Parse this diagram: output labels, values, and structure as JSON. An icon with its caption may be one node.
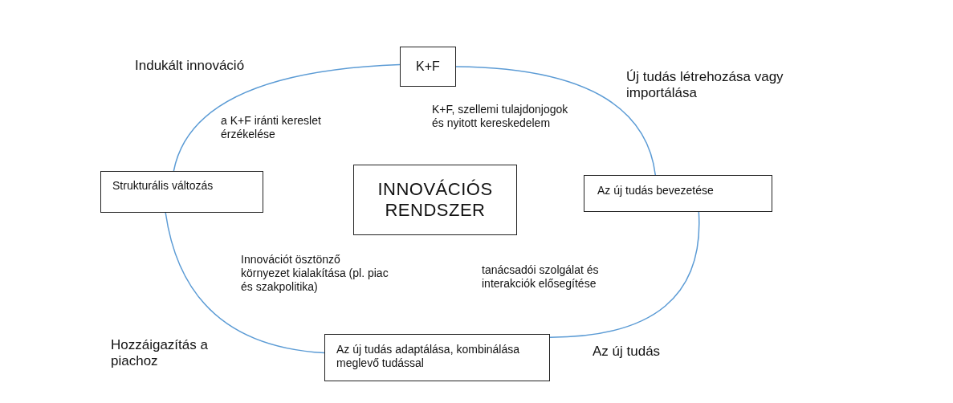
{
  "diagram": {
    "nodes": [
      {
        "text": [
          "K+F"
        ]
      },
      {
        "text": [
          "INNOVÁCIÓS RENDSZER"
        ]
      },
      {
        "text": [
          "Strukturális változás"
        ]
      },
      {
        "text": [
          "Az új tudás bevezetése"
        ]
      },
      {
        "text": [
          "Az új tudás adaptálása, kombinálása meglevő tudással"
        ]
      }
    ],
    "edges": [
      {
        "from": 0,
        "to": 3,
        "arrow": "none"
      },
      {
        "from": 3,
        "to": 4,
        "arrow": "none"
      },
      {
        "from": 4,
        "to": 2,
        "arrow": "none"
      },
      {
        "from": 2,
        "to": 0,
        "arrow": "none"
      }
    ],
    "labels": [
      "Indukált innováció",
      "Új tudás létrehozása vagy importálása",
      "a K+F iránti kereslet érzékelése",
      "K+F, szellemi tulajdonjogok és nyitott kereskedelem",
      "Innovációt ösztönző környezet kialakítása (pl. piac és szakpolitika)",
      "tanácsadói szolgálat és interakciók elősegítése",
      "Hozzáigazítás a piachoz",
      "Az új tudás"
    ]
  }
}
